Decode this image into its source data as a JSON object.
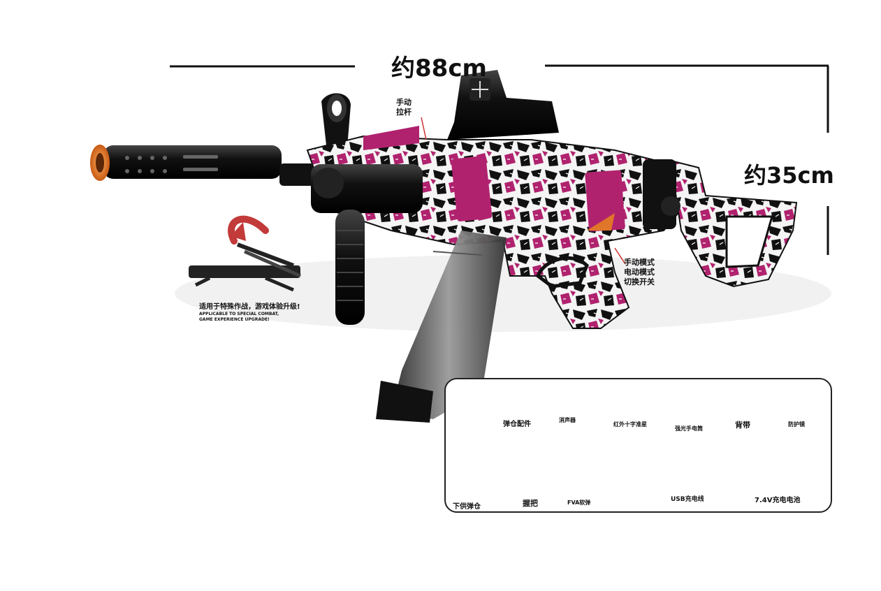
{
  "dimensions": {
    "length": "约88cm",
    "height": "约35cm"
  },
  "callouts": {
    "bolt": "手动\n拉杆",
    "mode_switch": "手动模式\n电动模式\n切换开关"
  },
  "bipod": {
    "caption_cn": "适用于特殊作战，游戏体验升级!",
    "caption_en": "APPLICABLE TO SPECIAL COMBAT,\nGAME EXPERIENCE UPGRADE!"
  },
  "accessories": [
    {
      "id": "magazine-accessory",
      "label": "弹仓配件"
    },
    {
      "id": "silencer",
      "label": "消声器"
    },
    {
      "id": "red-dot-sight",
      "label": "红外十字准星"
    },
    {
      "id": "flashlight",
      "label": "强光手电筒"
    },
    {
      "id": "sling",
      "label": "背带"
    },
    {
      "id": "goggles",
      "label": "防护镜"
    },
    {
      "id": "lower-magazine",
      "label": "下供弹仓"
    },
    {
      "id": "grip",
      "label": "握把"
    },
    {
      "id": "foam-darts",
      "label": "FVA软弹"
    },
    {
      "id": "usb-cable",
      "label": "USB充电线"
    },
    {
      "id": "battery",
      "label": "7.4V充电电池"
    }
  ],
  "colors": {
    "graffiti_magenta": "#b0226e",
    "black": "#111111",
    "muzzle_orange": "#e0762a",
    "dart_yellow": "#f2c318"
  }
}
